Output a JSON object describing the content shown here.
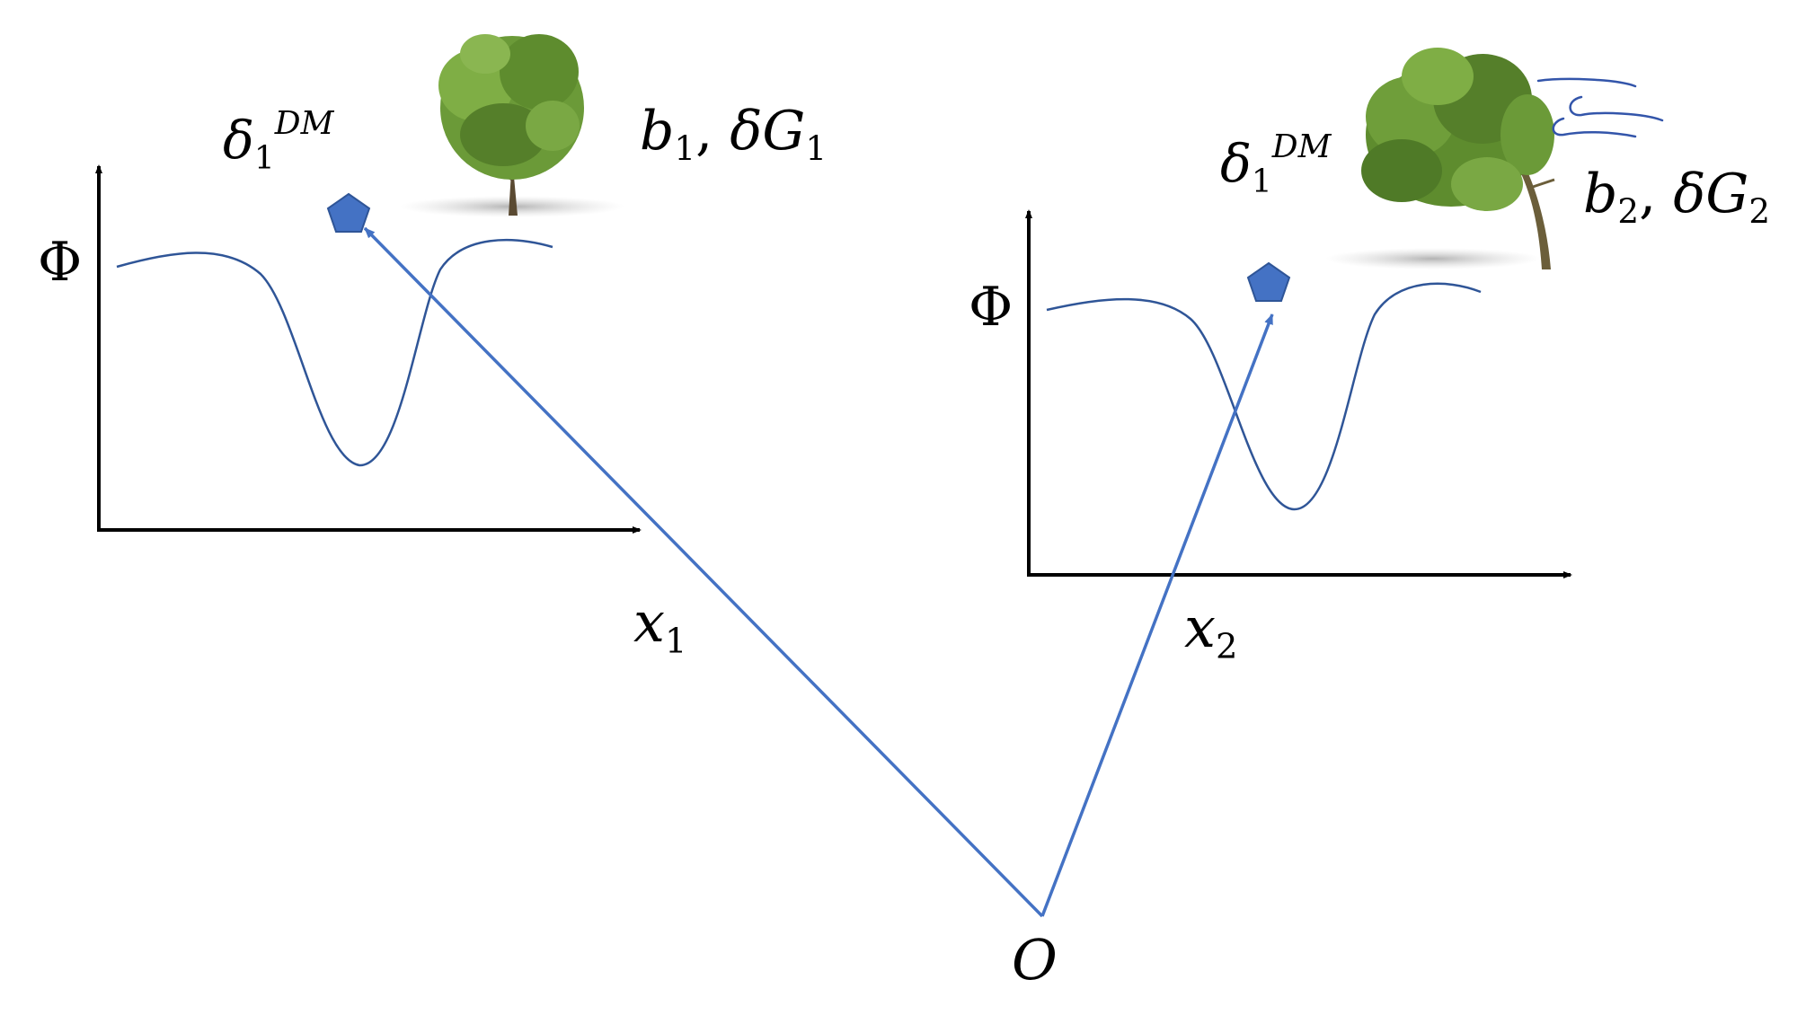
{
  "labels": {
    "left_delta_base": "δ",
    "left_delta_sub": "1",
    "left_delta_sup": "DM",
    "left_b": "b",
    "left_b_sub": "1",
    "left_comma": ", ",
    "left_deltaG": "δG",
    "left_deltaG_sub": "1",
    "left_phi": "Φ",
    "left_x": "x",
    "left_x_sub": "1",
    "right_delta_base": "δ",
    "right_delta_sub": "1",
    "right_delta_sup": "DM",
    "right_b": "b",
    "right_b_sub": "2",
    "right_comma": ", ",
    "right_deltaG": "δG",
    "right_deltaG_sub": "2",
    "right_phi": "Φ",
    "right_x": "x",
    "right_x_sub": "2",
    "origin": "O"
  },
  "colors": {
    "arrow": "#4472C4",
    "curve": "#2F5597",
    "marker": "#4472C4",
    "axis": "#000000",
    "foliage": "#5E8C2E",
    "trunk": "#5A4A32",
    "wind": "#3355AA"
  },
  "icons": {
    "left_tree": "tree-icon",
    "right_tree": "windswept-tree-icon",
    "marker": "pentagon-marker-icon",
    "wind": "wind-lines-icon"
  }
}
